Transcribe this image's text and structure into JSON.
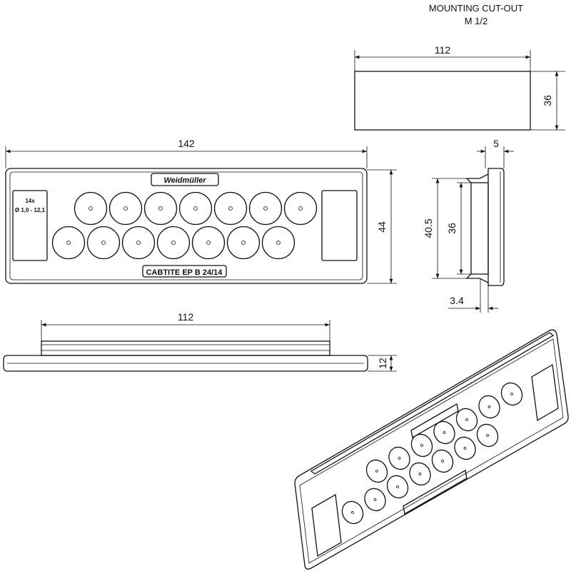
{
  "title": {
    "line1": "MOUNTING CUT-OUT",
    "line2": "M 1/2"
  },
  "cutout": {
    "width": "112",
    "height": "36"
  },
  "front_view": {
    "width": "142",
    "height": "44",
    "hole_count_label": "14x",
    "hole_range_label": "Ø 1,0 - 12,1",
    "product_label": "CABTITE  EP B 24/14",
    "brand_logo": "Weidmüller"
  },
  "side_view": {
    "flange": "5",
    "overall": "40.5",
    "body": "36",
    "offset": "3.4"
  },
  "bottom_view": {
    "width": "112",
    "height": "12"
  }
}
